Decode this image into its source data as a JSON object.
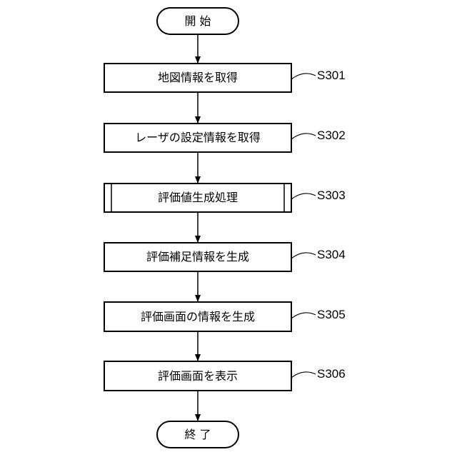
{
  "start": {
    "label": "開 始"
  },
  "end": {
    "label": "終 了"
  },
  "steps": [
    {
      "id": "S301",
      "label": "地図情報を取得"
    },
    {
      "id": "S302",
      "label": "レーザの設定情報を取得"
    },
    {
      "id": "S303",
      "label": "評価値生成処理",
      "type": "predefined-process"
    },
    {
      "id": "S304",
      "label": "評価補足情報を生成"
    },
    {
      "id": "S305",
      "label": "評価画面の情報を生成"
    },
    {
      "id": "S306",
      "label": "評価画面を表示"
    }
  ]
}
